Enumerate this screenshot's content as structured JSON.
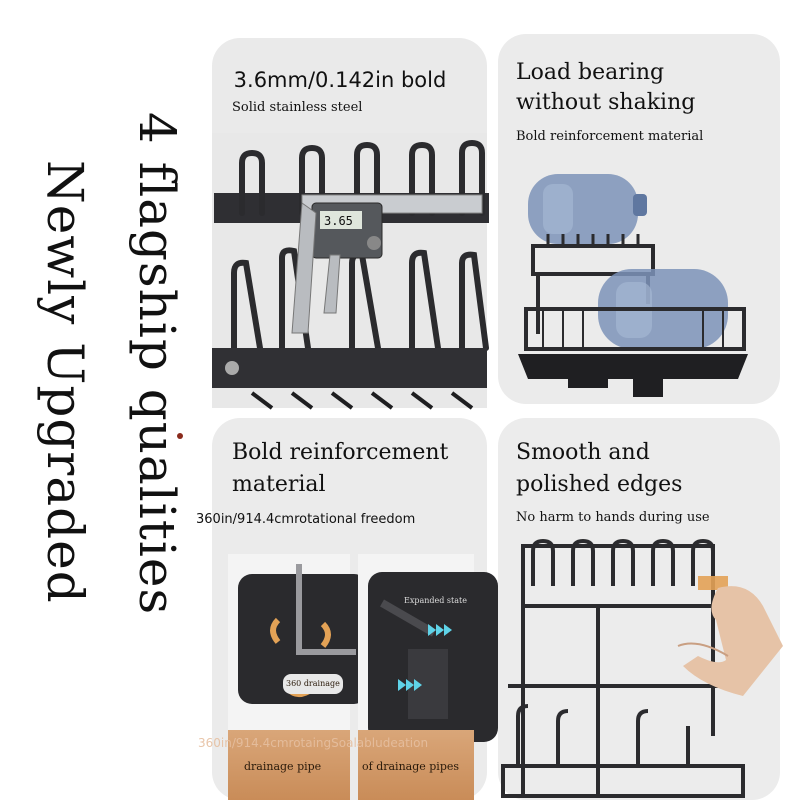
{
  "title": {
    "line1": "4 flagship qualities",
    "line2": "Newly Upgraded"
  },
  "panels": {
    "top_left": {
      "heading": "3.6mm/0.142in bold",
      "sub": "Solid stainless steel",
      "caliper_reading": "3.65"
    },
    "top_right": {
      "heading_line1": "Load bearing",
      "heading_line2": "without shaking",
      "sub": "Bold reinforcement material"
    },
    "bottom_left": {
      "heading_line1": "Bold reinforcement",
      "heading_line2": "material",
      "sub": "360in/914.4cmrotational freedom",
      "label_expanded": "Expanded state",
      "label_drainage": "360 drainage",
      "caption_left": "drainage pipe",
      "caption_right": "of drainage pipes",
      "overlay_text": "360in/914.4cmrotaingSoalabludeation"
    },
    "bottom_right": {
      "heading_line1": "Smooth and",
      "heading_line2": "polished edges",
      "sub": "No harm to hands during use"
    }
  },
  "colors": {
    "panel_bg": "#ebebeb",
    "rack_metal": "#2b2b2e",
    "bottle_blue": "#7d93b8",
    "orange_band": "#c98c58",
    "cyan_arrow": "#5fd3e8"
  }
}
